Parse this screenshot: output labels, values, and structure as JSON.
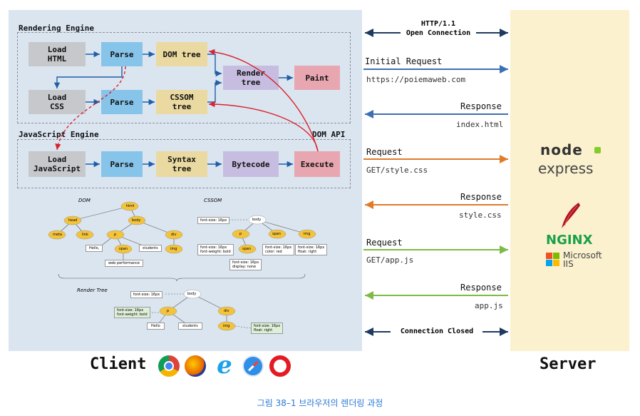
{
  "client": {
    "label": "Client",
    "rendering_engine": {
      "title": "Rendering Engine",
      "nodes": {
        "load_html": "Load\nHTML",
        "parse_html": "Parse",
        "dom_tree": "DOM tree",
        "load_css": "Load\nCSS",
        "parse_css": "Parse",
        "cssom_tree": "CSSOM\ntree",
        "render_tree": "Render\ntree",
        "paint": "Paint"
      }
    },
    "javascript_engine": {
      "title": "JavaScript Engine",
      "dom_api": "DOM API",
      "nodes": {
        "load_js": "Load\nJavaScript",
        "parse_js": "Parse",
        "syntax_tree": "Syntax\ntree",
        "bytecode": "Bytecode",
        "execute": "Execute"
      }
    },
    "trees": {
      "dom_title": "DOM",
      "cssom_title": "CSSOM",
      "render_title": "Render Tree",
      "dom_nodes": [
        "html",
        "head",
        "body",
        "meta",
        "link",
        "p",
        "div",
        "Hello,",
        "span",
        "students",
        "img",
        "web performance"
      ],
      "cssom_nodes": [
        "font-size: 16px",
        "body",
        "p",
        "span",
        "img",
        "font-size: 16px\nfont-weight: bold",
        "span",
        "font-size: 16px\ncolor: red",
        "font-size: 16px\nfloat: right",
        "font-size: 16px\ndisplay: none"
      ],
      "render_nodes": [
        "font-size: 16px",
        "body",
        "font-size: 16px\nfont-weight: bold",
        "p",
        "div",
        "Hello",
        "students",
        "img",
        "font-size: 16px\nfloat: right"
      ]
    },
    "browser_icons": [
      "chrome-icon",
      "firefox-icon",
      "ie-icon",
      "safari-icon",
      "opera-icon"
    ]
  },
  "server": {
    "label": "Server",
    "logos": {
      "node": "node",
      "express": "express",
      "nginx": "NGINX",
      "microsoft": "Microsoft",
      "iis": "IIS"
    }
  },
  "messages": {
    "open": {
      "line1": "HTTP/1.1",
      "line2": "Open Connection"
    },
    "initial_request": {
      "label": "Initial Request",
      "detail": "https://poiemaweb.com"
    },
    "response_html": {
      "label": "Response",
      "detail": "index.html"
    },
    "request_css": {
      "label": "Request",
      "detail": "GET/style.css"
    },
    "response_css": {
      "label": "Response",
      "detail": "style.css"
    },
    "request_js": {
      "label": "Request",
      "detail": "GET/app.js"
    },
    "response_js": {
      "label": "Response",
      "detail": "app.js"
    },
    "closed": {
      "label": "Connection Closed"
    }
  },
  "colors": {
    "blue_arrow": "#3f6fb3",
    "orange_arrow": "#e07b2a",
    "green_arrow": "#7dbb45",
    "dark_arrow": "#1e3a5f",
    "red_arrow": "#d9232e"
  },
  "caption": "그림 38–1 브라우저의 렌더링 과정"
}
